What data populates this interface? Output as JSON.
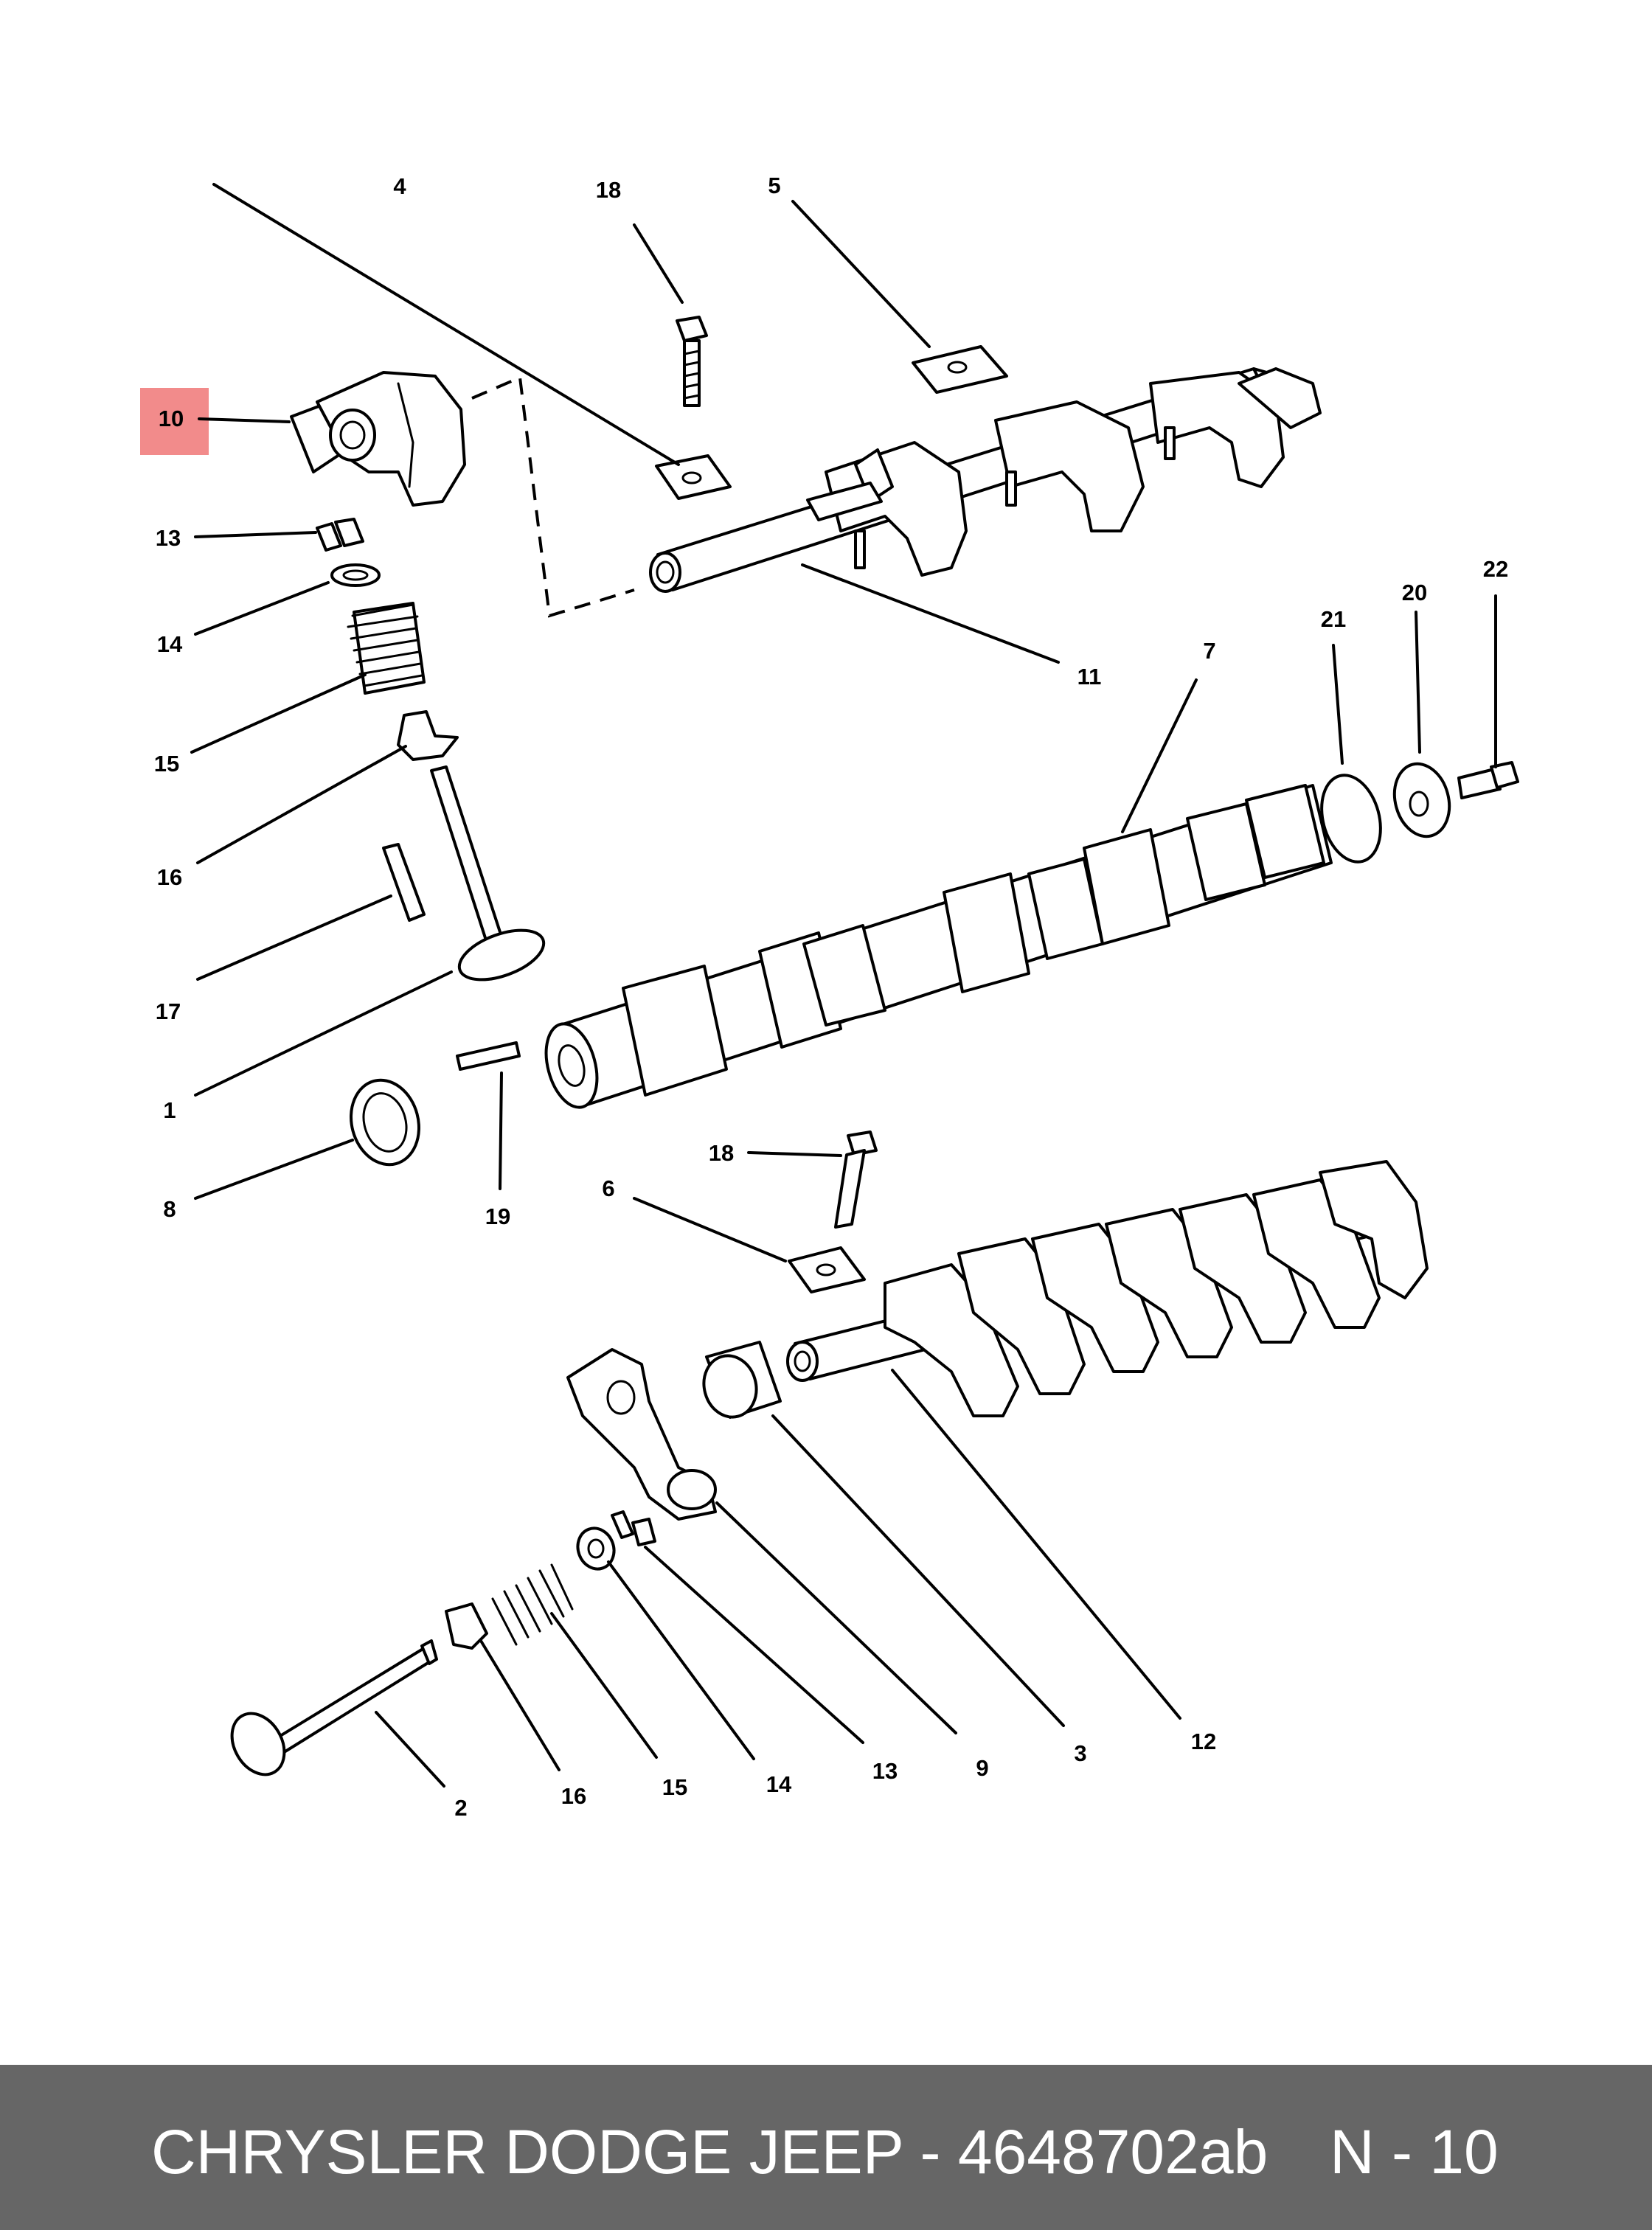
{
  "diagram": {
    "highlight_color": "#f28b8b",
    "highlighted_callout": "10",
    "callouts": {
      "c4": "4",
      "c18a": "18",
      "c5": "5",
      "c10": "10",
      "c13a": "13",
      "c14a": "14",
      "c15a": "15",
      "c16a": "16",
      "c17": "17",
      "c1": "1",
      "c8": "8",
      "c19": "19",
      "c11": "11",
      "c7": "7",
      "c21": "21",
      "c20": "20",
      "c22": "22",
      "c18b": "18",
      "c6": "6",
      "c2": "2",
      "c16b": "16",
      "c15b": "15",
      "c14b": "14",
      "c13b": "13",
      "c9": "9",
      "c3": "3",
      "c12": "12"
    }
  },
  "footer": {
    "background": "#666666",
    "title": "CHRYSLER DODGE JEEP - 4648702ab",
    "page": "N - 10"
  }
}
